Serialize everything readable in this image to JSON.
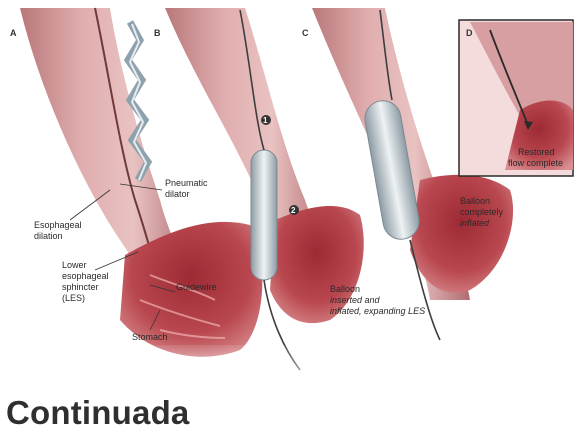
{
  "diagram": {
    "panels": [
      "A",
      "B",
      "C",
      "D"
    ],
    "labels": {
      "pneumatic_dilator": [
        "Pneumatic",
        "dilator"
      ],
      "esophageal_dilation": [
        "Esophageal",
        "dilation"
      ],
      "les": [
        "Lower",
        "esophageal",
        "sphincter",
        "(LES)"
      ],
      "guidewire": "Guidewire",
      "stomach": "Stomach",
      "balloon_inserted": [
        "Balloon",
        "inserted and",
        "inflated, expanding LES"
      ],
      "balloon_inflated": [
        "Balloon",
        "completely",
        "inflated"
      ],
      "restored_flow": [
        "Restored",
        "flow complete"
      ]
    },
    "step_numbers": [
      "1",
      "2"
    ]
  },
  "caption": "Continuada",
  "colors": {
    "esophagus_wall": "#c98b8c",
    "lumen": "#e8c4c4",
    "stomach": "#b84a4e",
    "dilator": "#a9b6bd"
  }
}
